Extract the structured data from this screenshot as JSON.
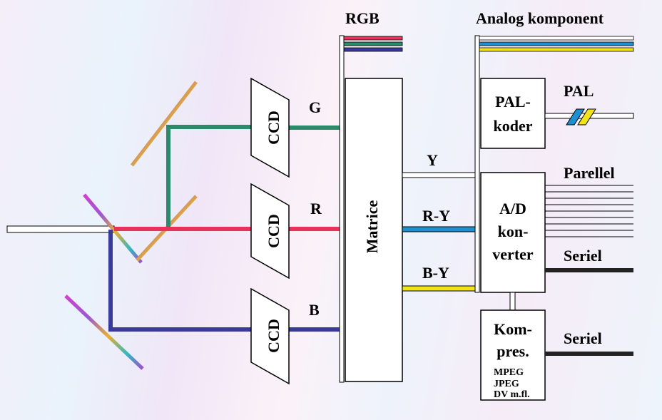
{
  "labels": {
    "rgb": "RGB",
    "analog": "Analog komponent",
    "ccd": "CCD",
    "g": "G",
    "r": "R",
    "b": "B",
    "matrice": "Matrice",
    "y": "Y",
    "ry": "R-Y",
    "by": "B-Y",
    "pal_koder_1": "PAL-",
    "pal_koder_2": "koder",
    "pal": "PAL",
    "parellel": "Parellel",
    "ad_1": "A/D",
    "ad_2": "kon-",
    "ad_3": "verter",
    "seriel_1": "Seriel",
    "kompres_1": "Kom-",
    "kompres_2": "pres.",
    "mpeg": "MPEG",
    "jpeg": "JPEG",
    "dv": "DV m.fl.",
    "seriel_2": "Seriel"
  },
  "colors": {
    "red": "#e8325a",
    "green": "#2a8a6a",
    "blue": "#3a3a9a",
    "yellow": "#f2e21a",
    "cyan": "#1e8fd0",
    "outline": "#000000"
  }
}
